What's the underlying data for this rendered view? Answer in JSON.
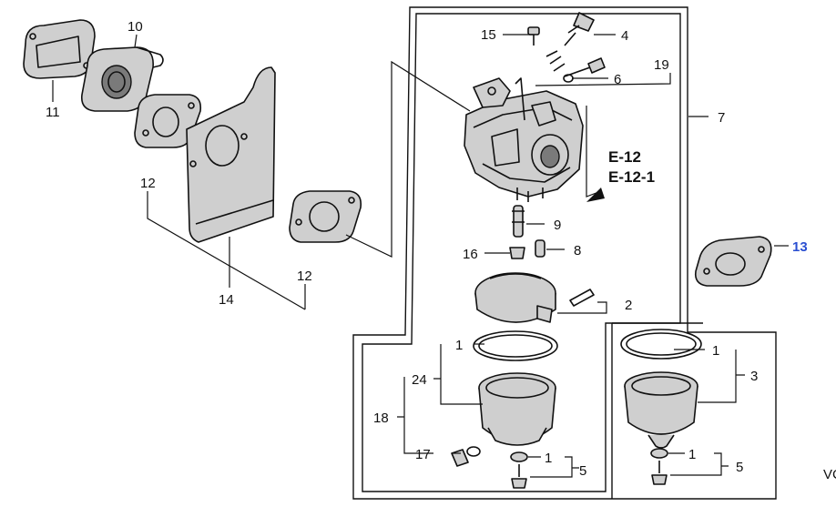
{
  "callouts": {
    "c1a": "1",
    "c1b": "1",
    "c1c": "1",
    "c1d": "1",
    "c2": "2",
    "c3": "3",
    "c4": "4",
    "c5a": "5",
    "c5b": "5",
    "c6": "6",
    "c7": "7",
    "c8": "8",
    "c9": "9",
    "c10": "10",
    "c11": "11",
    "c12a": "12",
    "c12b": "12",
    "c13": "13",
    "c14": "14",
    "c15": "15",
    "c16": "16",
    "c17": "17",
    "c18": "18",
    "c19": "19",
    "c24": "24"
  },
  "references": {
    "ref1": "E-12",
    "ref2": "E-12-1"
  },
  "corner_text": "VC",
  "colors": {
    "line": "#111111",
    "highlight": "#2b4fd1",
    "shade": "#cfcfcf"
  }
}
